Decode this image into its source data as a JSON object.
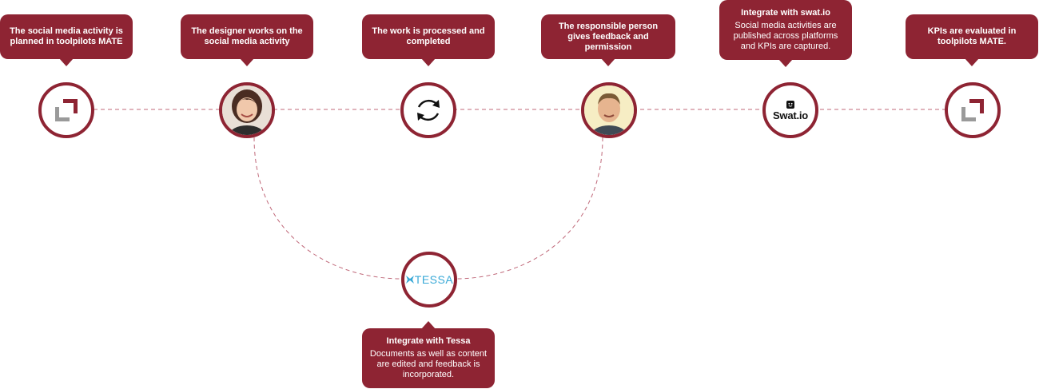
{
  "colors": {
    "accent": "#8e2433",
    "connector": "#c0697a",
    "logo_gray": "#9a9a9a",
    "tessa_blue": "#39a9d7"
  },
  "steps": [
    {
      "icon": "toolpilots-logo-icon",
      "title": "The social media activity is planned in toolpilots MATE",
      "text": ""
    },
    {
      "icon": "designer-avatar",
      "title": "The designer works on the social media activity",
      "text": ""
    },
    {
      "icon": "refresh-icon",
      "title": "The work is processed and completed",
      "text": ""
    },
    {
      "icon": "responsible-person-avatar",
      "title": "The responsible person gives feedback and permission",
      "text": ""
    },
    {
      "icon": "swatio-logo-icon",
      "logo_text": "Swat.io",
      "title": "Integrate with swat.io",
      "text": "Social media activities are published across platforms and KPIs are captured."
    },
    {
      "icon": "toolpilots-logo-icon",
      "title": "KPIs are evaluated in toolpilots MATE.",
      "text": ""
    }
  ],
  "branch": {
    "icon": "tessa-logo-icon",
    "logo_text": "TESSA",
    "title": "Integrate with Tessa",
    "text": "Documents as well as content are edited and feedback is incorporated."
  }
}
